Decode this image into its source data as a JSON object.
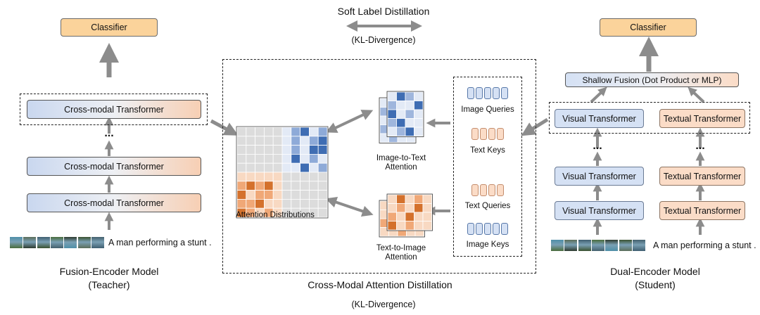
{
  "top": {
    "soft_label": "Soft Label Distillation",
    "kl_top": "(KL-Divergence)"
  },
  "teacher": {
    "classifier": "Classifier",
    "cross_modal_1": "Cross-modal Transformer",
    "cross_modal_2": "Cross-modal Transformer",
    "cross_modal_3": "Cross-modal Transformer",
    "dots": "...",
    "caption": "A man performing a stunt .",
    "title": "Fusion-Encoder Model",
    "subtitle": "(Teacher)"
  },
  "student": {
    "classifier": "Classifier",
    "shallow_fusion": "Shallow Fusion (Dot Product or MLP)",
    "visual_1": "Visual Transformer",
    "visual_2": "Visual Transformer",
    "visual_3": "Visual Transformer",
    "textual_1": "Textual Transformer",
    "textual_2": "Textual Transformer",
    "textual_3": "Textual Transformer",
    "dots": "...",
    "caption": "A man performing a stunt .",
    "title": "Dual-Encoder Model",
    "subtitle": "(Student)"
  },
  "center": {
    "attention_distributions": "Attention Distributions",
    "i2t_line1": "Image-to-Text",
    "i2t_line2": "Attention",
    "t2i_line1": "Text-to-Image",
    "t2i_line2": "Attention",
    "image_queries": "Image Queries",
    "text_keys": "Text Keys",
    "text_queries": "Text Queries",
    "image_keys": "Image Keys",
    "title": "Cross-Modal Attention Distillation",
    "kl_bottom": "(KL-Divergence)"
  },
  "colors": {
    "arrow": "#8c8c8c",
    "blue_dark": "#3f6db3",
    "blue_light": "#c7d6ee",
    "orange_dark": "#d4712c",
    "orange_light": "#f8d9c2",
    "grid_bg": "#dcdcdc"
  }
}
